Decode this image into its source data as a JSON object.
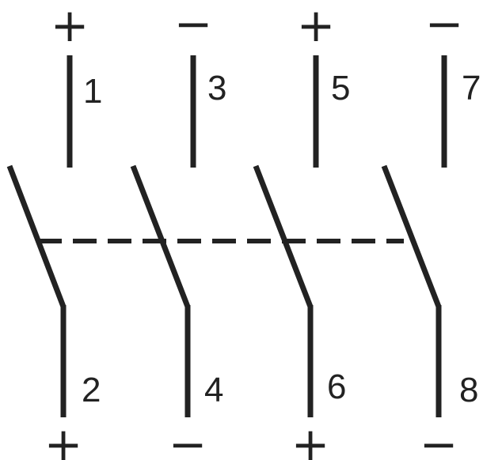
{
  "poles": [
    {
      "top_sign": "+",
      "top_terminal": "1",
      "bottom_terminal": "2",
      "bottom_sign": "+"
    },
    {
      "top_sign": "−",
      "top_terminal": "3",
      "bottom_terminal": "4",
      "bottom_sign": "−"
    },
    {
      "top_sign": "+",
      "top_terminal": "5",
      "bottom_terminal": "6",
      "bottom_sign": "+"
    },
    {
      "top_sign": "−",
      "top_terminal": "7",
      "bottom_terminal": "8",
      "bottom_sign": "−"
    }
  ],
  "colors": {
    "line": "#222222",
    "background": "#ffffff"
  }
}
